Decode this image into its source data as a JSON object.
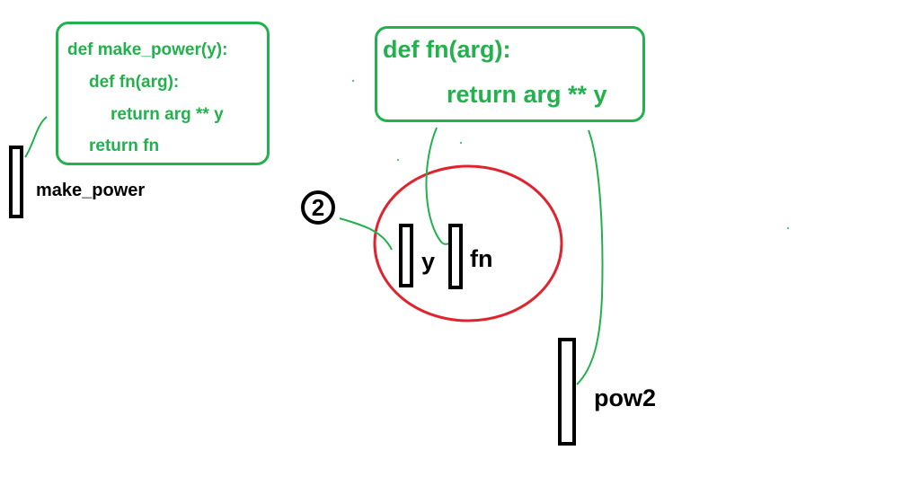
{
  "code_make_power": [
    "def make_power(y):",
    "def fn(arg):",
    "return arg ** y",
    "return fn"
  ],
  "code_fn": [
    "def fn(arg):",
    "return arg ** y"
  ],
  "labels": {
    "make_power": "make_power",
    "y": "y",
    "fn": "fn",
    "pow2": "pow2",
    "two": "2"
  },
  "colors": {
    "code": "#22b14c",
    "frame_circle": "#e0242e",
    "box_border": "#000000"
  }
}
